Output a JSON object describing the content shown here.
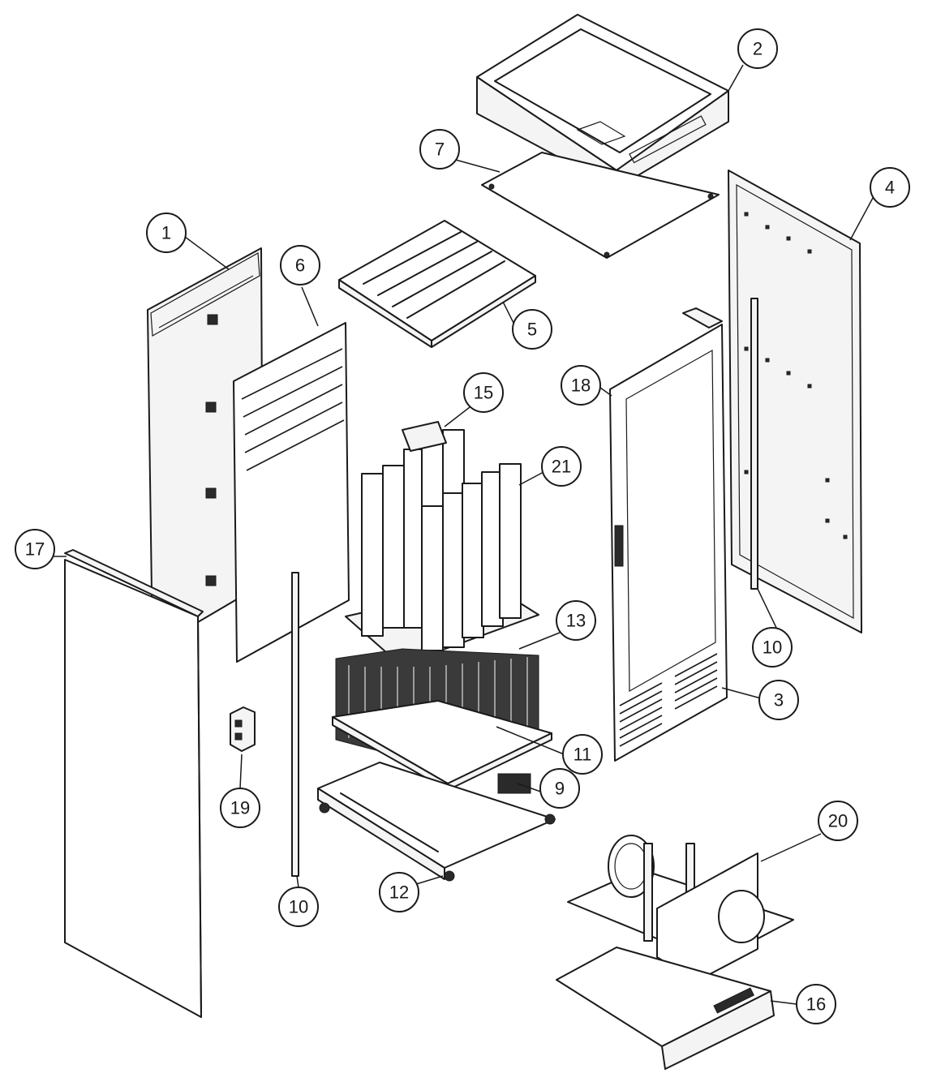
{
  "callouts": [
    {
      "id": "1",
      "label": "1"
    },
    {
      "id": "2",
      "label": "2"
    },
    {
      "id": "3",
      "label": "3"
    },
    {
      "id": "4",
      "label": "4"
    },
    {
      "id": "5",
      "label": "5"
    },
    {
      "id": "6",
      "label": "6"
    },
    {
      "id": "7",
      "label": "7"
    },
    {
      "id": "9",
      "label": "9"
    },
    {
      "id": "10a",
      "label": "10"
    },
    {
      "id": "10b",
      "label": "10"
    },
    {
      "id": "11",
      "label": "11"
    },
    {
      "id": "12",
      "label": "12"
    },
    {
      "id": "13",
      "label": "13"
    },
    {
      "id": "15",
      "label": "15"
    },
    {
      "id": "16",
      "label": "16"
    },
    {
      "id": "17",
      "label": "17"
    },
    {
      "id": "18",
      "label": "18"
    },
    {
      "id": "19",
      "label": "19"
    },
    {
      "id": "20",
      "label": "20"
    },
    {
      "id": "21",
      "label": "21"
    }
  ],
  "colors": {
    "line": "#1a1a1a",
    "background": "#ffffff",
    "panel_fill": "#f4f4f4"
  }
}
